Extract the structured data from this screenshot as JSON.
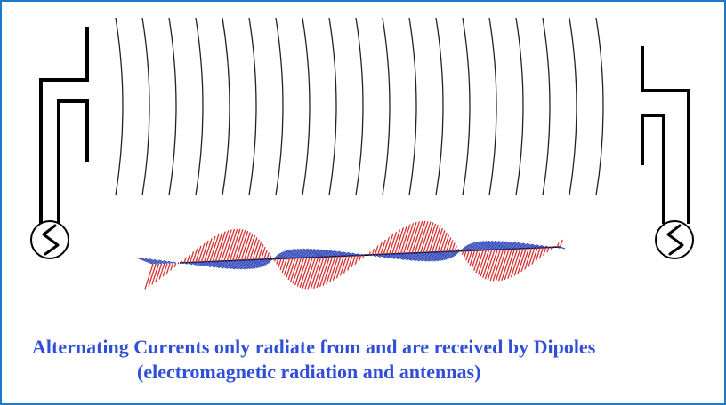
{
  "caption": {
    "line1": "Alternating Currents only radiate from and are received by Dipoles",
    "line2": "(electromagnetic radiation and antennas)"
  },
  "colors": {
    "border": "#1f78c8",
    "caption": "#2f4fd6",
    "antenna": "#000000",
    "wavefront": "#222222",
    "electric_field": "#d83030",
    "magnetic_field": "#2c44b8"
  },
  "diagram": {
    "elements": [
      "transmitting-dipole-antenna",
      "ac-source-symbol",
      "radiated-wavefronts",
      "electromagnetic-wave",
      "receiving-dipole-antenna",
      "ac-source-symbol"
    ]
  }
}
